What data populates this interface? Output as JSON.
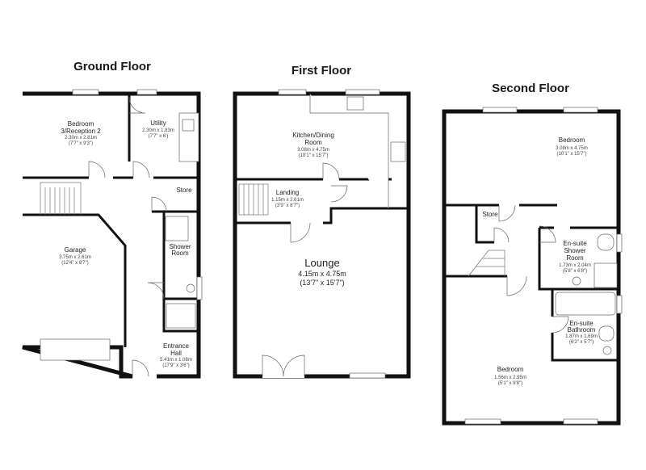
{
  "floors": {
    "ground": {
      "title": "Ground Floor",
      "rooms": {
        "bedroom3": {
          "name1": "Bedroom",
          "name2": "3/Reception 2",
          "dim_metric": "2.30m x 2.81m",
          "dim_imperial": "(7'7\" x 9'3\")"
        },
        "utility": {
          "name1": "Utility",
          "dim_metric": "2.30m x 1.83m",
          "dim_imperial": "(7'7\" x 6')"
        },
        "store": {
          "name1": "Store"
        },
        "shower": {
          "name1": "Shower",
          "name2": "Room"
        },
        "garage": {
          "name1": "Garage",
          "dim_metric": "3.75m x 2.61m",
          "dim_imperial": "(12'4\" x 8'7\")"
        },
        "hall": {
          "name1": "Entrance",
          "name2": "Hall",
          "dim_metric": "5.41m x 1.08m",
          "dim_imperial": "(17'9\" x 3'6\")"
        }
      }
    },
    "first": {
      "title": "First Floor",
      "rooms": {
        "kitchen": {
          "name1": "Kitchen/Dining",
          "name2": "Room",
          "dim_metric": "3.08m x 4.75m",
          "dim_imperial": "(10'1\" x 15'7\")"
        },
        "landing": {
          "name1": "Landing",
          "dim_metric": "1.15m x 2.61m",
          "dim_imperial": "(3'9\" x 8'7\")"
        },
        "lounge": {
          "name1": "Lounge",
          "dim_metric": "4.15m x 4.75m",
          "dim_imperial": "(13'7\" x 15'7\")"
        }
      }
    },
    "second": {
      "title": "Second Floor",
      "rooms": {
        "bedroom_top": {
          "name1": "Bedroom",
          "dim_metric": "3.08m x 4.75m",
          "dim_imperial": "(10'1\" x 15'7\")"
        },
        "store": {
          "name1": "Store"
        },
        "ensuite_shower": {
          "name1": "En-suite",
          "name2": "Shower",
          "name3": "Room",
          "dim_metric": "1.73m x 2.04m",
          "dim_imperial": "(5'8\" x 6'8\")"
        },
        "ensuite_bath": {
          "name1": "En-suite",
          "name2": "Bathroom",
          "dim_metric": "1.87m x 1.69m",
          "dim_imperial": "(6'2\" x 5'7\")"
        },
        "bedroom_bottom": {
          "name1": "Bedroom",
          "dim_metric": "1.56m x 2.95m",
          "dim_imperial": "(5'1\" x 9'8\")"
        }
      }
    }
  }
}
